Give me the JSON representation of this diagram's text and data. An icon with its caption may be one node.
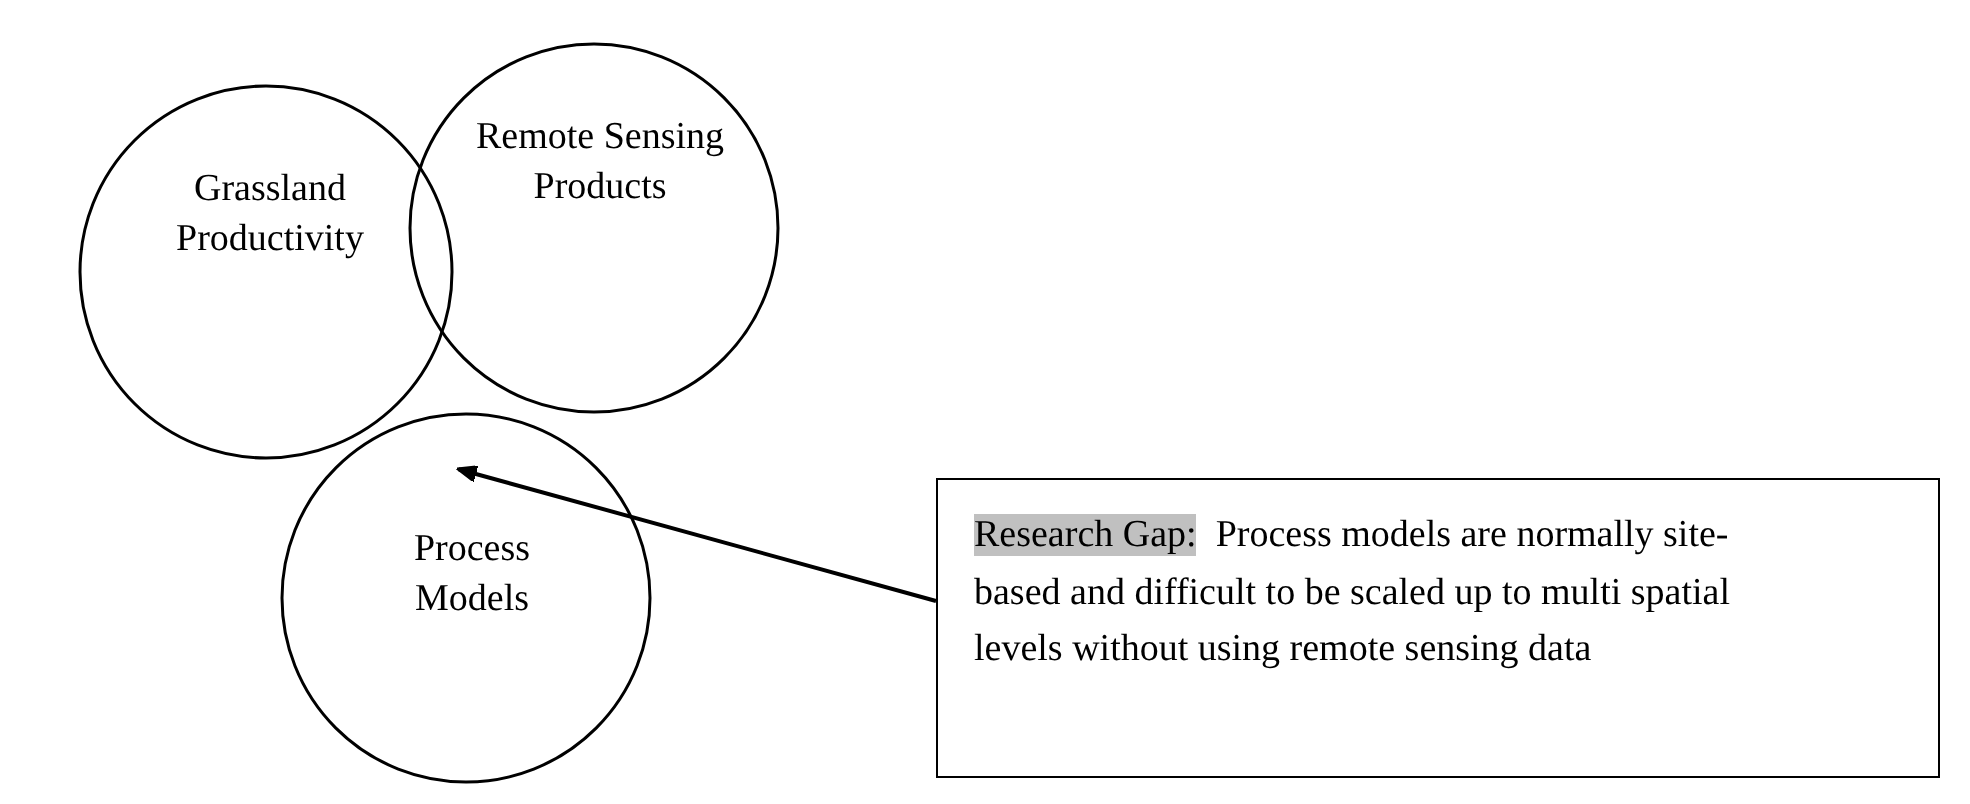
{
  "diagram": {
    "nodes": [
      {
        "text": [
          "Grassland Productivity"
        ]
      },
      {
        "text": [
          "Remote Sensing Products"
        ]
      },
      {
        "text": [
          "Process Models"
        ]
      },
      {
        "text": [
          "Research Gap:",
          "Process models are normally site-based and difficult to be scaled up to multi spatial levels without using remote sensing data"
        ]
      }
    ],
    "edges": [
      {
        "from": 3,
        "to": 2,
        "arrow": "to"
      }
    ]
  }
}
